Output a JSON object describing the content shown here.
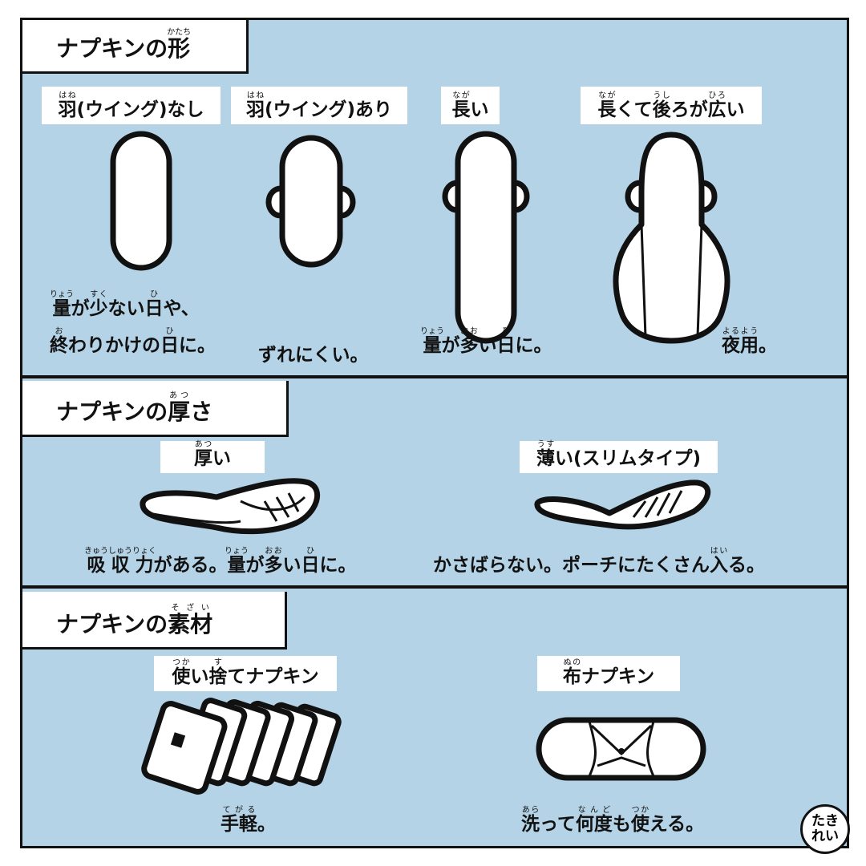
{
  "shape": {
    "title": [
      {
        "t": "ナプキンの"
      },
      {
        "t": "形",
        "r": "かたち"
      }
    ],
    "labels": [
      [
        {
          "t": "羽",
          "r": "はね"
        },
        {
          "t": "(ウイング)なし"
        }
      ],
      [
        {
          "t": "羽",
          "r": "はね"
        },
        {
          "t": "(ウイング)あり"
        }
      ],
      [
        {
          "t": "長",
          "r": "なが"
        },
        {
          "t": "い"
        }
      ],
      [
        {
          "t": "長",
          "r": "なが"
        },
        {
          "t": "くて"
        },
        {
          "t": "後",
          "r": "うし"
        },
        {
          "t": "ろが"
        },
        {
          "t": "広",
          "r": "ひろ"
        },
        {
          "t": "い"
        }
      ]
    ],
    "captions": [
      [
        {
          "t": "量",
          "r": "りょう"
        },
        {
          "t": "が"
        },
        {
          "t": "少",
          "r": "すく"
        },
        {
          "t": "ない"
        },
        {
          "t": "日",
          "r": "ひ"
        },
        {
          "t": "や、"
        }
      ],
      [
        {
          "t": "終",
          "r": "お"
        },
        {
          "t": "わりかけの"
        },
        {
          "t": "日",
          "r": "ひ"
        },
        {
          "t": "に。"
        }
      ],
      [
        {
          "t": "ずれにくい。"
        }
      ],
      [
        {
          "t": "量",
          "r": "りょう"
        },
        {
          "t": "が"
        },
        {
          "t": "多",
          "r": "おお"
        },
        {
          "t": "い"
        },
        {
          "t": "日",
          "r": "ひ"
        },
        {
          "t": "に。"
        }
      ],
      [
        {
          "t": "夜用",
          "r": "よるよう"
        },
        {
          "t": "。"
        }
      ]
    ]
  },
  "thickness": {
    "title": [
      {
        "t": "ナプキンの"
      },
      {
        "t": "厚",
        "r": "あつ"
      },
      {
        "t": "さ"
      }
    ],
    "labels": [
      [
        {
          "t": "厚",
          "r": "あつ"
        },
        {
          "t": "い"
        }
      ],
      [
        {
          "t": "薄",
          "r": "うす"
        },
        {
          "t": "い(スリムタイプ)"
        }
      ]
    ],
    "captions": [
      [
        {
          "t": "吸収力",
          "r": "きゅうしゅうりょく"
        },
        {
          "t": "がある。"
        },
        {
          "t": "量",
          "r": "りょう"
        },
        {
          "t": "が"
        },
        {
          "t": "多",
          "r": "おお"
        },
        {
          "t": "い"
        },
        {
          "t": "日",
          "r": "ひ"
        },
        {
          "t": "に。"
        }
      ],
      [
        {
          "t": "かさばらない。ポーチにたくさん"
        },
        {
          "t": "入",
          "r": "はい"
        },
        {
          "t": "る。"
        }
      ]
    ]
  },
  "material": {
    "title": [
      {
        "t": "ナプキンの"
      },
      {
        "t": "素材",
        "r": "そざい"
      }
    ],
    "labels": [
      [
        {
          "t": "使",
          "r": "つか"
        },
        {
          "t": "い"
        },
        {
          "t": "捨",
          "r": "す"
        },
        {
          "t": "てナプキン"
        }
      ],
      [
        {
          "t": "布",
          "r": "ぬの"
        },
        {
          "t": "ナプキン"
        }
      ]
    ],
    "captions": [
      [
        {
          "t": "手軽",
          "r": "てがる"
        },
        {
          "t": "。"
        }
      ],
      [
        {
          "t": "洗",
          "r": "あら"
        },
        {
          "t": "って"
        },
        {
          "t": "何度",
          "r": "なんど"
        },
        {
          "t": "も"
        },
        {
          "t": "使",
          "r": "つか"
        },
        {
          "t": "える。"
        }
      ]
    ]
  },
  "logo": {
    "line1": "たき",
    "line2": "れい"
  },
  "colors": {
    "background": "#b4d3e6",
    "ink": "#111111"
  }
}
